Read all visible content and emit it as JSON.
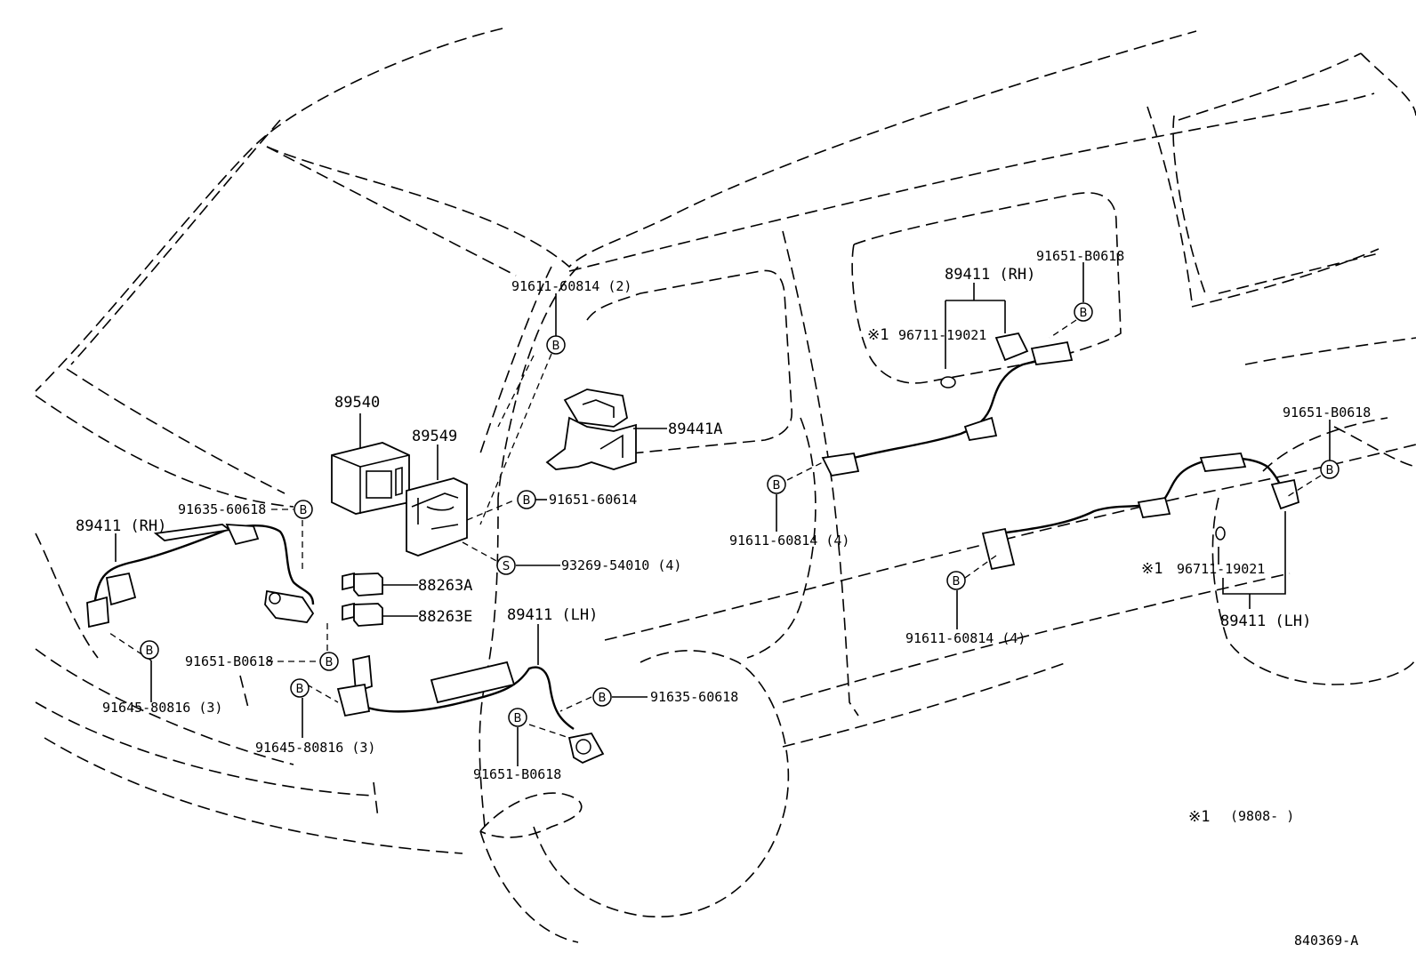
{
  "diagram": {
    "symbol_b": "B",
    "symbol_s": "S",
    "note_mark": "※1",
    "note_text": "(9808-        )",
    "footer_code": "840369-A"
  },
  "labels": {
    "p91611_2": "91611-60814 (2)",
    "p89540": "89540",
    "p89549": "89549",
    "p89441A": "89441A",
    "p91651_60614": "91651-60614",
    "p93269": "93269-54010 (4)",
    "p88263A": "88263A",
    "p88263E": "88263E",
    "p89411_lh_front": "89411 (LH)",
    "p91635_upper": "91635-60618",
    "p89411_rh_front": "89411 (RH)",
    "p91651_b_left": "91651-B0618",
    "p91645_left": "91645-80816 (3)",
    "p91645_mid": "91645-80816 (3)",
    "p91635_lower": "91635-60618",
    "p91651_b_bottom": "91651-B0618",
    "p89411_rh_rear": "89411 (RH)",
    "p91651_b_rear_top": "91651-B0618",
    "p96711_upper": "96711-19021",
    "p91611_4_mid": "91611-60814 (4)",
    "p91651_b_right": "91651-B0618",
    "p96711_lower": "96711-19021",
    "p91611_4_right": "91611-60814 (4)",
    "p89411_lh_rear": "89411 (LH)"
  }
}
